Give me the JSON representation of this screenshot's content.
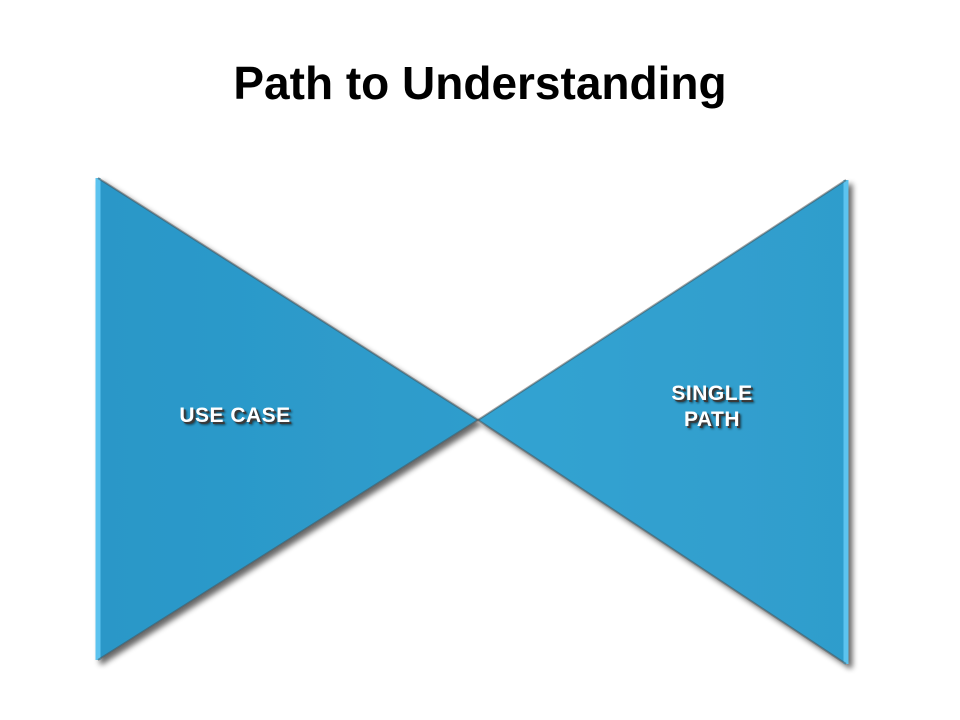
{
  "slide": {
    "title": "Path to Understanding"
  },
  "diagram": {
    "left_label": "USE CASE",
    "right_label_line1": "SINGLE",
    "right_label_line2": "PATH",
    "colors": {
      "fill": "#2f9dcc",
      "edge_light": "#5bc3ef",
      "shadow": "#555555"
    }
  }
}
